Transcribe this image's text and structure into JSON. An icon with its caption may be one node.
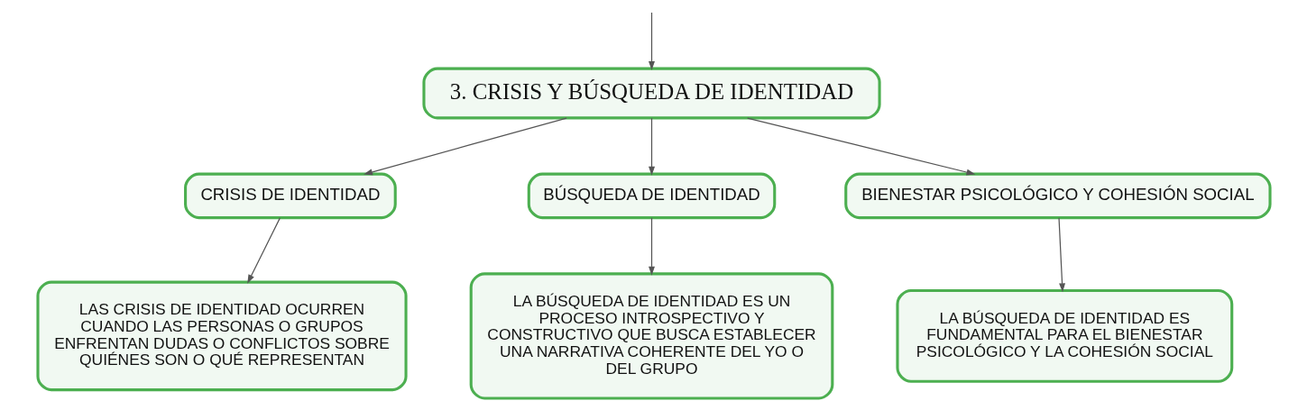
{
  "diagram": {
    "nodes": [
      {
        "text": [
          "3. CRISIS Y BÚSQUEDA DE IDENTIDAD"
        ]
      },
      {
        "text": [
          "CRISIS DE IDENTIDAD"
        ]
      },
      {
        "text": [
          "BÚSQUEDA DE IDENTIDAD"
        ]
      },
      {
        "text": [
          "BIENESTAR PSICOLÓGICO Y COHESIÓN SOCIAL"
        ]
      },
      {
        "text": [
          "LAS CRISIS DE IDENTIDAD OCURREN CUANDO LAS PERSONAS O GRUPOS ENFRENTAN DUDAS O CONFLICTOS SOBRE QUIÉNES SON O QUÉ REPRESENTAN"
        ]
      },
      {
        "text": [
          "LA BÚSQUEDA DE IDENTIDAD ES UN PROCESO INTROSPECTIVO Y CONSTRUCTIVO QUE BUSCA ESTABLECER UNA NARRATIVA COHERENTE DEL YO O DEL GRUPO"
        ]
      },
      {
        "text": [
          "LA BÚSQUEDA DE IDENTIDAD ES FUNDAMENTAL PARA EL BIENESTAR PSICOLÓGICO Y LA COHESIÓN SOCIAL"
        ]
      }
    ],
    "edges": [
      {
        "from": null,
        "to": 0,
        "arrow": "to"
      },
      {
        "from": 0,
        "to": 1,
        "arrow": "to"
      },
      {
        "from": 0,
        "to": 2,
        "arrow": "to"
      },
      {
        "from": 0,
        "to": 3,
        "arrow": "to"
      },
      {
        "from": 1,
        "to": 4,
        "arrow": "to"
      },
      {
        "from": 2,
        "to": 5,
        "arrow": "to"
      },
      {
        "from": 3,
        "to": 6,
        "arrow": "to"
      }
    ]
  }
}
